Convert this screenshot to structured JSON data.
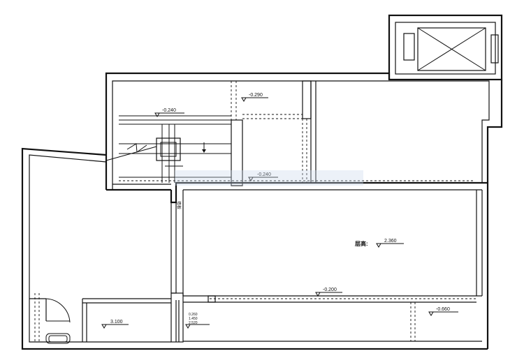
{
  "plan": {
    "elevations": {
      "bath_top": "-0.290",
      "stair_left": "-0.240",
      "stair_bottom": "-0.240",
      "main_room": "2.360",
      "main_bottom": "-0.200",
      "bottom_right": "-0.660",
      "bottom_left": "3.100",
      "stack_1": "0.260",
      "stack_2": "1.450",
      "stack_3": "2.520"
    },
    "room_label": "层高:",
    "column_note": "墙板"
  }
}
